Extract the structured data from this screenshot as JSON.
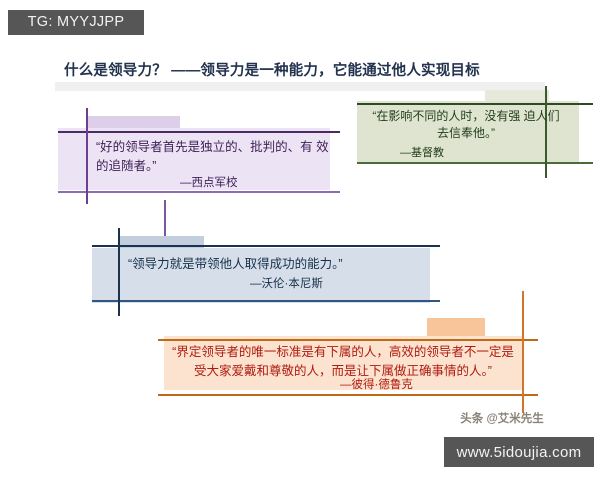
{
  "watermarks": {
    "top_left": "TG: MYYJJPP",
    "bottom_right": "www.5idoujia.com"
  },
  "header": {
    "title": "什么是领导力？ ——领导力是一种能力，它能通过他人实现目标"
  },
  "quotes": [
    {
      "id": "purple",
      "text": "“好的领导者首先是独立的、批判的、有\n效的追随者。”",
      "attribution": "—西点军校",
      "bg_color": "#ece3f4",
      "text_color": "#3f1f57"
    },
    {
      "id": "green",
      "text": "“在影响不同的人时，没有强\n迫人们去信奉他。”",
      "attribution": "—基督教",
      "bg_color": "#dfe4d1",
      "text_color": "#1f3d17"
    },
    {
      "id": "blue",
      "text": "“领导力就是带领他人取得成功的能力。”",
      "attribution": "—沃伦·本尼斯",
      "bg_color": "#d6dfe9",
      "text_color": "#17304c"
    },
    {
      "id": "orange",
      "text": "“界定领导者的唯一标准是有下属的人，高效的领导者不一定是\n受大家爱戴和尊敬的人，而是让下属做正确事情的人。”",
      "attribution": "—彼得·德鲁克",
      "bg_color": "#fbe3cf",
      "text_color": "#b01b10"
    }
  ],
  "credit": "头条 @艾米先生"
}
